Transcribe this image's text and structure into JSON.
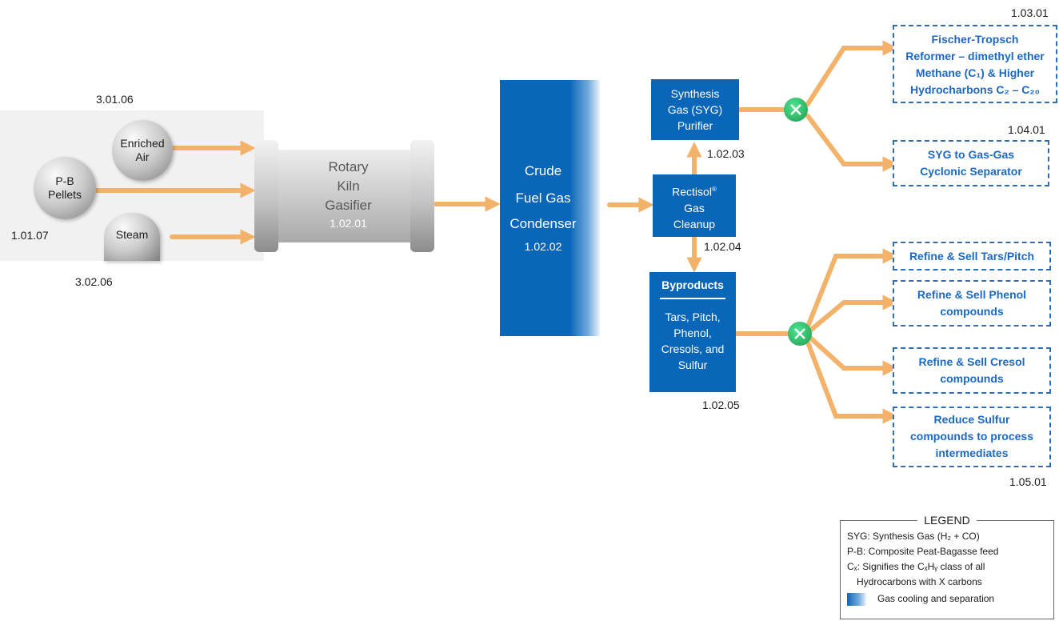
{
  "inputs": {
    "enriched_air": {
      "label_line1": "Enriched",
      "label_line2": "Air",
      "code": "3.01.06"
    },
    "pb_pellets": {
      "label_line1": "P-B",
      "label_line2": "Pellets",
      "code": "1.01.07"
    },
    "steam": {
      "label": "Steam",
      "code": "3.02.06"
    }
  },
  "gasifier": {
    "line1": "Rotary",
    "line2": "Kiln",
    "line3": "Gasifier",
    "code": "1.02.01"
  },
  "condenser": {
    "line1": "Crude",
    "line2": "Fuel Gas",
    "line3": "Condenser",
    "code": "1.02.02"
  },
  "purifier": {
    "line1": "Synthesis",
    "line2": "Gas (SYG)",
    "line3": "Purifier",
    "code": "1.02.03"
  },
  "cleanup": {
    "line1": "Rectisol",
    "trademark": "®",
    "line2": "Gas",
    "line3": "Cleanup",
    "code": "1.02.04"
  },
  "byproducts": {
    "title": "Byproducts",
    "line1": "Tars, Pitch,",
    "line2": "Phenol,",
    "line3": "Cresols, and",
    "line4": "Sulfur",
    "code": "1.02.05"
  },
  "outputs_top": [
    {
      "lines": [
        "Fischer-Tropsch",
        "Reformer – dimethyl ether",
        "Methane (C₁) & Higher",
        "Hydrocharbons C₂ – C₂₀"
      ],
      "code": "1.03.01"
    },
    {
      "lines": [
        "SYG to Gas-Gas",
        "Cyclonic Separator"
      ],
      "code": "1.04.01"
    }
  ],
  "outputs_bottom": [
    {
      "lines": [
        "Refine & Sell Tars/Pitch"
      ]
    },
    {
      "lines": [
        "Refine & Sell Phenol",
        "compounds"
      ]
    },
    {
      "lines": [
        "Refine & Sell Cresol",
        "compounds"
      ]
    },
    {
      "lines": [
        "Reduce Sulfur",
        "compounds to process",
        "intermediates"
      ],
      "code": "1.05.01"
    }
  ],
  "legend": {
    "title": "LEGEND",
    "lines": [
      "SYG: Synthesis Gas (H₂ + CO)",
      "P-B: Composite Peat-Bagasse feed",
      "Cₓ: Signifies the CₓHᵧ class of all",
      "Hydrocarbons with X carbons"
    ],
    "swatch_label": "Gas cooling and separation"
  },
  "colors": {
    "flow": "#f3b26a",
    "block": "#0a66b9",
    "dashed": "#2d6fb2",
    "hub": "#2bbd6b"
  }
}
